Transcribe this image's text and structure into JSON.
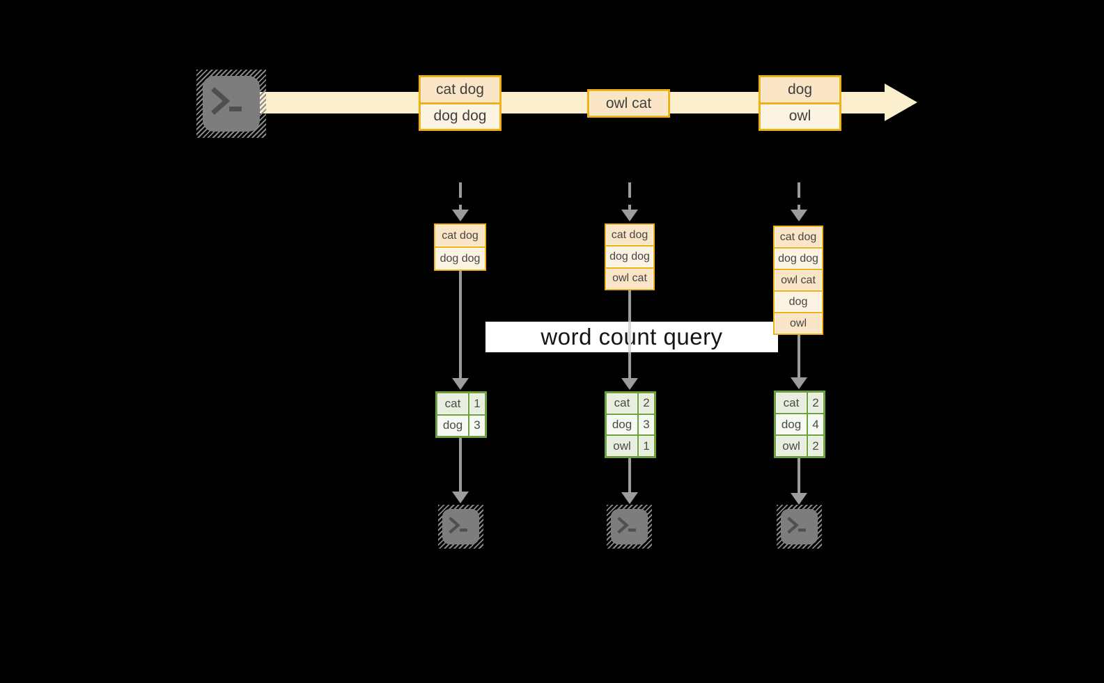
{
  "diagram": {
    "query_label": "word count query",
    "icons": {
      "source": "terminal-icon",
      "sink": "terminal-icon"
    },
    "palette": {
      "background": "#000000",
      "stream_band": "#FCEFCE",
      "event_border": "#F1B113",
      "event_fill_dark": "#FAE5C6",
      "event_fill_light": "#FDF3E3",
      "table_border": "#6BA23C",
      "table_fill_a": "#E9EFDF",
      "table_fill_b": "#F6F8F2",
      "arrow_gray": "#9C9C9C",
      "terminal_gray": "#7D7D7D",
      "label_bg": "#FFFFFF"
    },
    "stream": {
      "events": [
        {
          "lines": [
            "cat dog",
            "dog dog"
          ]
        },
        {
          "lines": [
            "owl cat"
          ]
        },
        {
          "lines": [
            "dog",
            "owl"
          ]
        }
      ]
    },
    "columns": [
      {
        "stack": [
          "cat dog",
          "dog dog"
        ],
        "counts": [
          [
            "cat",
            "1"
          ],
          [
            "dog",
            "3"
          ]
        ]
      },
      {
        "stack": [
          "cat dog",
          "dog dog",
          "owl cat"
        ],
        "counts": [
          [
            "cat",
            "2"
          ],
          [
            "dog",
            "3"
          ],
          [
            "owl",
            "1"
          ]
        ]
      },
      {
        "stack": [
          "cat dog",
          "dog dog",
          "owl cat",
          "dog",
          "owl"
        ],
        "counts": [
          [
            "cat",
            "2"
          ],
          [
            "dog",
            "4"
          ],
          [
            "owl",
            "2"
          ]
        ]
      }
    ]
  }
}
